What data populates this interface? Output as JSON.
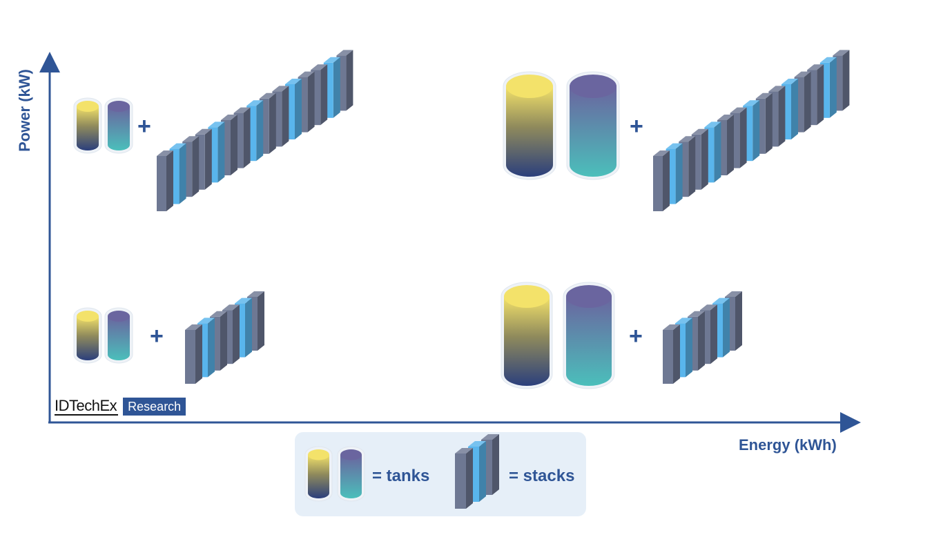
{
  "axes": {
    "y_label": "Power (kW)",
    "x_label": "Energy (kWh)",
    "color": "#2f5596"
  },
  "quadrants": [
    {
      "id": "high-power-low-energy",
      "tank_size": "small",
      "stack_count": "large",
      "operator": "+"
    },
    {
      "id": "high-power-high-energy",
      "tank_size": "large",
      "stack_count": "large",
      "operator": "+"
    },
    {
      "id": "low-power-low-energy",
      "tank_size": "small",
      "stack_count": "small",
      "operator": "+"
    },
    {
      "id": "low-power-high-energy",
      "tank_size": "large",
      "stack_count": "small",
      "operator": "+"
    }
  ],
  "legend": {
    "tanks_label": "= tanks",
    "stacks_label": "= stacks",
    "background": "#e6eff8"
  },
  "logo": {
    "brand": "IDTechEx",
    "sub": "Research"
  },
  "colors": {
    "tank_a_top": "#f3e26a",
    "tank_a_bottom": "#2b3f7c",
    "tank_b_top": "#6a659f",
    "tank_b_bottom": "#4bbfbb",
    "stack_dark": "#6e7893",
    "stack_light": "#59b5ec"
  },
  "icons": [
    "tank-pair-icon",
    "cell-stack-icon"
  ]
}
